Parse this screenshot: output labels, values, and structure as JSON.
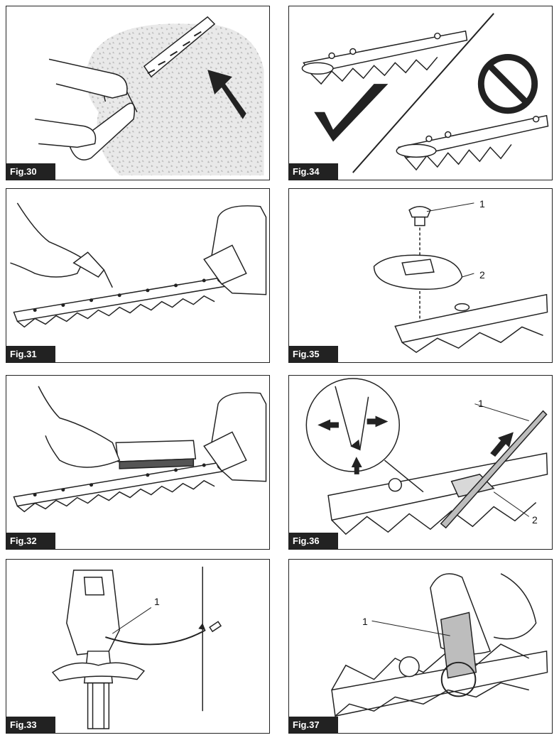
{
  "panels": [
    {
      "label": "Fig.30",
      "callouts": []
    },
    {
      "label": "Fig.34",
      "callouts": []
    },
    {
      "label": "Fig.31",
      "callouts": []
    },
    {
      "label": "Fig.35",
      "callouts": [
        "1",
        "2"
      ]
    },
    {
      "label": "Fig.32",
      "callouts": []
    },
    {
      "label": "Fig.36",
      "callouts": [
        "1",
        "2"
      ]
    },
    {
      "label": "Fig.33",
      "callouts": [
        "1"
      ]
    },
    {
      "label": "Fig.37",
      "callouts": [
        "1"
      ]
    }
  ],
  "icons": {
    "check": "checkmark-icon",
    "prohibited": "prohibited-icon",
    "motion": "motion-arrow-icon"
  },
  "colors": {
    "ink": "#222222",
    "paper": "#ffffff",
    "tint": "#d8d8d8"
  }
}
